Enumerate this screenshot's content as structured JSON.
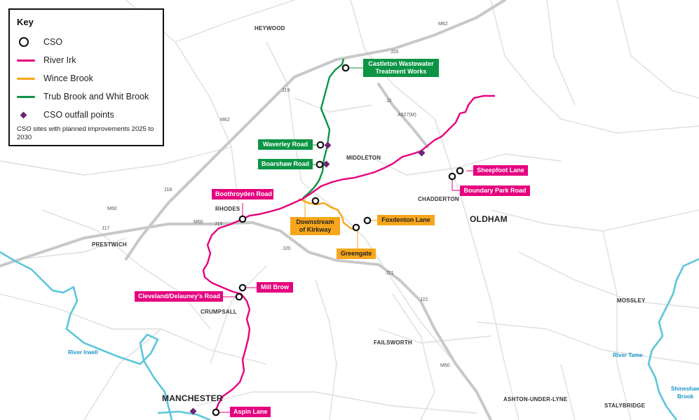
{
  "key": {
    "title": "Key",
    "items": [
      {
        "label": "CSO",
        "symbol": "ring",
        "color": "#111111"
      },
      {
        "label": "River Irk",
        "symbol": "line",
        "color": "#e6007e"
      },
      {
        "label": "Wince Brook",
        "symbol": "line",
        "color": "#f7a61b"
      },
      {
        "label": "Trub Brook and Whit Brook",
        "symbol": "line",
        "color": "#0b9444"
      },
      {
        "label": "CSO outfall points",
        "symbol": "diamond",
        "color": "#6e2574"
      }
    ],
    "note": "CSO sites with planned improvements 2025 to 2030"
  },
  "places": {
    "heywood": "HEYWOOD",
    "middleton": "MIDDLETON",
    "rhodes": "RHODES",
    "chadderton": "CHADDERTON",
    "oldham": "OLDHAM",
    "prestwich": "PRESTWICH",
    "crumpsall": "CRUMPSALL",
    "failsworth": "FAILSWORTH",
    "manchester": "MANCHESTER",
    "ashton": "ASHTON-UNDER-LYNE",
    "mossley": "MOSSLEY",
    "stalybridge": "STALYBRIDGE"
  },
  "roads": {
    "m62_top": "M62",
    "j20_top": "J20",
    "j19_top": "J19",
    "m62_left": "M62",
    "j2": "J2",
    "a627m": "A627(M)",
    "j18": "J18",
    "m60_left": "M60",
    "j17": "J17",
    "m60_mid": "M60",
    "j19_mid": "J19",
    "j20_mid": "J20",
    "j21": "J21",
    "j22": "J22",
    "m60_bottom": "M60"
  },
  "water": {
    "irwell": "River Irwell",
    "tame": "River Tame",
    "shineshaw": "Shineshaw Brook"
  },
  "labels": {
    "castleton": "Castleton Wastewater Treatment Works",
    "waverley": "Waverley Road",
    "boarshaw": "Boarshaw Road",
    "sheepfoot": "Sheepfoot Lane",
    "boundary": "Boundary Park Road",
    "boothroyden": "Boothroyden Road",
    "foxdenton": "Foxdenton Lane",
    "kirkway": "Downstream of Kirkway",
    "greengate": "Greengate",
    "millbrow": "Mill Brow",
    "cleveland": "Cleveland/Delauney's Road",
    "aspin": "Aspin Lane"
  },
  "colors": {
    "river_irk": "#e6007e",
    "wince_brook": "#f7a61b",
    "trub_whit": "#0b9444",
    "outfall": "#6e2574",
    "water": "#5bc6dc",
    "motorway": "#c9c9c9",
    "roads": "#dddddd"
  }
}
